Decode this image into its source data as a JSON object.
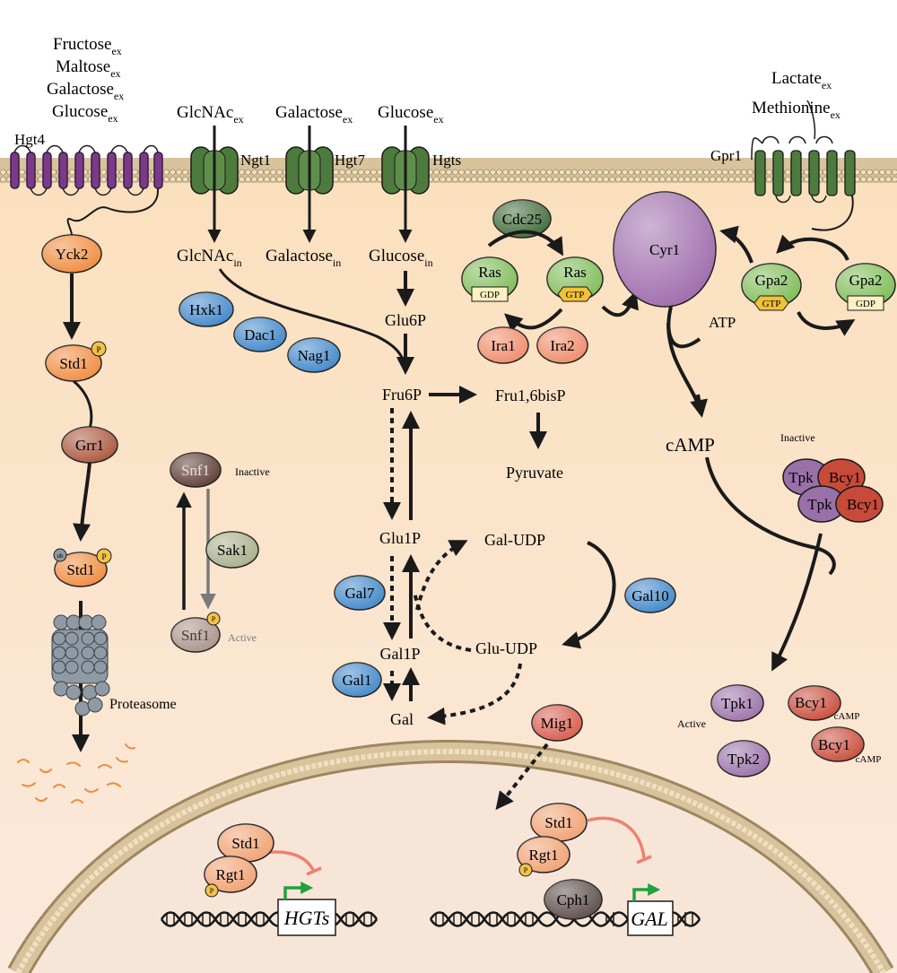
{
  "colors": {
    "background_top": "#ffffff",
    "cytoplasm_top": "#fbe3c4",
    "cytoplasm_bottom": "#fbe8d6",
    "membrane": "#c9b490",
    "membrane_bead": "#e8d9b8",
    "purple_transporter": "#7a3a8a",
    "green_transporter": "#4d7a3d",
    "orange_protein": "#f08a3c",
    "blue_protein": "#3f86c9",
    "light_green_protein": "#7dbb55",
    "dark_green_protein": "#3e6b36",
    "salmon_protein": "#ef8a68",
    "brown_protein": "#a9543a",
    "dark_brown": "#5a3a32",
    "sage": "#a7ae8a",
    "lilac": "#9a70a8",
    "red_protein": "#c84a38",
    "cyr1": "#9d6aaa",
    "gtp_badge": "#f0c23a",
    "gdp_badge": "#fdf1c4",
    "proteasome": "#8f9aa4",
    "promoter_arrow": "#2aa04a",
    "inhibition_line": "#f08070"
  },
  "external_sugars": {
    "hgt4_substrates": [
      {
        "base": "Fructose",
        "sub": "ex"
      },
      {
        "base": "Maltose",
        "sub": "ex"
      },
      {
        "base": "Galactose",
        "sub": "ex"
      },
      {
        "base": "Glucose",
        "sub": "ex"
      }
    ],
    "ngt1_substrate": {
      "base": "GlcNAc",
      "sub": "ex"
    },
    "hgt7_substrate": {
      "base": "Galactose",
      "sub": "ex"
    },
    "hgts_substrate": {
      "base": "Glucose",
      "sub": "ex"
    },
    "gpr1_ligands": [
      {
        "base": "Lactate",
        "sub": "ex"
      },
      {
        "base": "Methionine",
        "sub": "ex"
      }
    ]
  },
  "transporters": {
    "hgt4": "Hgt4",
    "ngt1": "Ngt1",
    "hgt7": "Hgt7",
    "hgts": "Hgts",
    "gpr1": "Gpr1"
  },
  "internal_sugars": {
    "glcnac_in": {
      "base": "GlcNAc",
      "sub": "in"
    },
    "galactose_in": {
      "base": "Galactose",
      "sub": "in"
    },
    "glucose_in": {
      "base": "Glucose",
      "sub": "in"
    }
  },
  "metabolites": {
    "glu6p": "Glu6P",
    "fru6p": "Fru6P",
    "fru16bisp": "Fru1,6bisP",
    "pyruvate": "Pyruvate",
    "glu1p": "Glu1P",
    "gal_udp": "Gal-UDP",
    "glu_udp": "Glu-UDP",
    "gal1p": "Gal1P",
    "gal": "Gal",
    "atp": "ATP",
    "camp": "cAMP"
  },
  "proteins": {
    "yck2": "Yck2",
    "std1": "Std1",
    "grr1": "Grr1",
    "p": "P",
    "ub": "ub",
    "proteasome": "Proteasome",
    "hxk1": "Hxk1",
    "dac1": "Dac1",
    "nag1": "Nag1",
    "snf1": "Snf1",
    "sak1": "Sak1",
    "inactive": "Inactive",
    "active": "Active",
    "gal7": "Gal7",
    "gal10": "Gal10",
    "gal1": "Gal1",
    "cdc25": "Cdc25",
    "ras": "Ras",
    "gdp": "GDP",
    "gtp": "GTP",
    "ira1": "Ira1",
    "ira2": "Ira2",
    "cyr1": "Cyr1",
    "gpa2": "Gpa2",
    "tpk": "Tpk",
    "bcy1": "Bcy1",
    "tpk1": "Tpk1",
    "tpk2": "Tpk2",
    "camp_sub": "cAMP",
    "mig1": "Mig1",
    "rgt1": "Rgt1",
    "cph1": "Cph1"
  },
  "genes": {
    "hgts": "HGTs",
    "gal": "GAL"
  }
}
